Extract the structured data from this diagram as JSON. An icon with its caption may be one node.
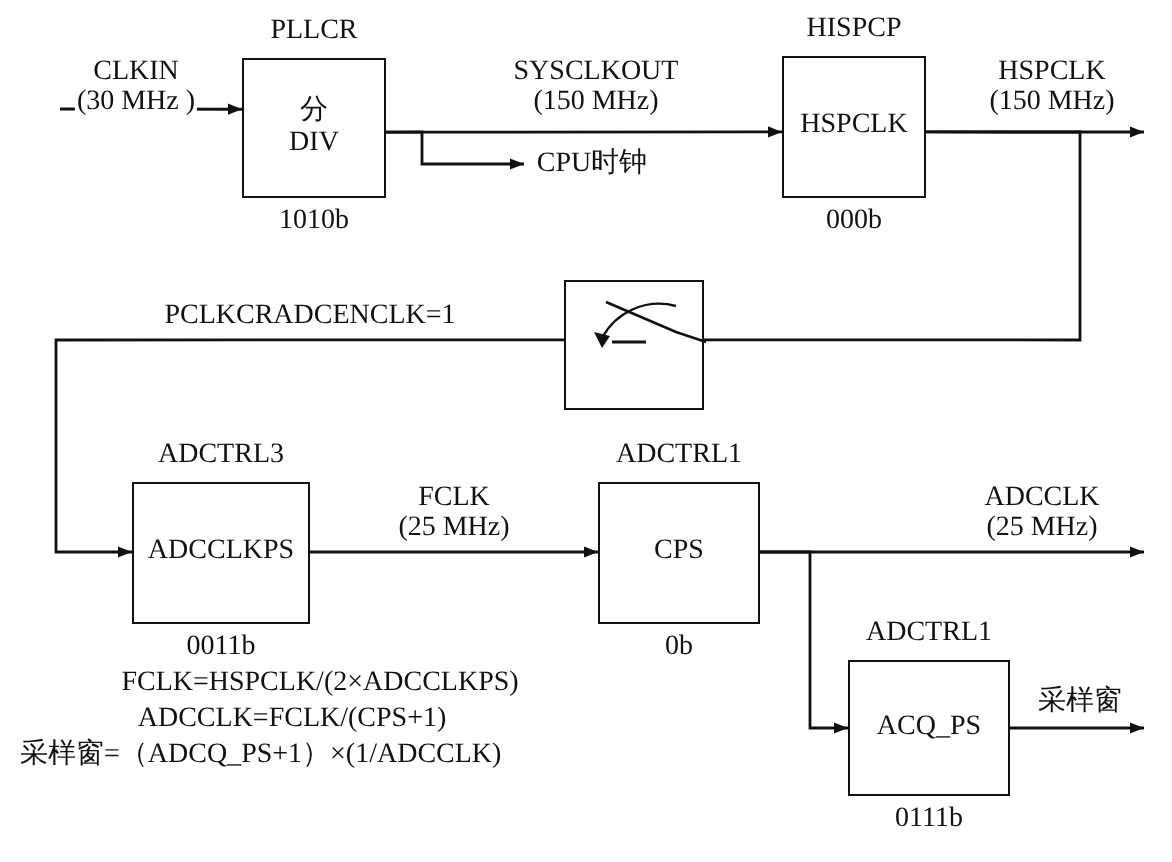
{
  "diagram": {
    "nodes": [
      {
        "text": [
          "PLLCR",
          "分 DIV"
        ],
        "beside": [
          "1010b"
        ]
      },
      {
        "text": [
          "HISPCP",
          "HSPCLK"
        ],
        "beside": [
          "000b"
        ]
      },
      {
        "text": [],
        "shape": "box"
      },
      {
        "text": [
          "ADCTRL3",
          "ADCCLKPS"
        ],
        "beside": [
          "0011b"
        ]
      },
      {
        "text": [
          "ADCTRL1",
          "CPS"
        ],
        "beside": [
          "0b"
        ]
      },
      {
        "text": [
          "ADCTRL1",
          "ACQ_PS"
        ],
        "beside": [
          "0111b"
        ]
      }
    ],
    "edges": [
      {
        "from": null,
        "to": 0,
        "arrow": "to",
        "label": "CLKIN (30 MHz )"
      },
      {
        "from": 0,
        "to": 1,
        "arrow": "to",
        "label": "SYSCLKOUT (150 MHz)"
      },
      {
        "from": 0,
        "to": null,
        "arrow": "to",
        "label": "CPU时钟"
      },
      {
        "from": 1,
        "to": null,
        "arrow": "to",
        "label": "HSPCLK (150 MHz)"
      },
      {
        "from": 1,
        "to": 2,
        "arrow": "none"
      },
      {
        "from": 2,
        "to": 3,
        "arrow": "to",
        "label": "PCLKCRADCENCLK=1"
      },
      {
        "from": 3,
        "to": 4,
        "arrow": "to",
        "label": "FCLK (25 MHz)"
      },
      {
        "from": 4,
        "to": null,
        "arrow": "to",
        "label": "ADCCLK (25 MHz)"
      },
      {
        "from": 4,
        "to": 5,
        "arrow": "to"
      },
      {
        "from": 5,
        "to": null,
        "arrow": "to",
        "label": "采样窗"
      }
    ],
    "labels": [
      "FCLK=HSPCLK/(2×ADCCLKPS)",
      "ADCCLK=FCLK/(CPS+1)",
      "采样窗=（ADCQ_PS+1）×(1/ADCCLK)"
    ]
  }
}
